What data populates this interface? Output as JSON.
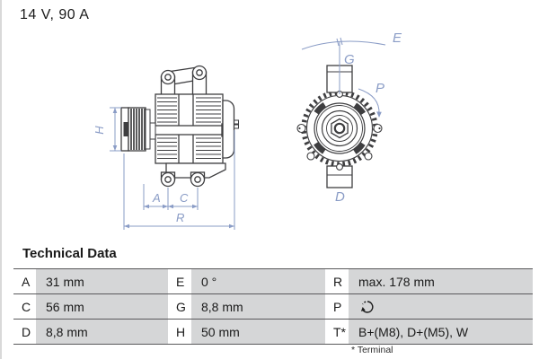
{
  "header": {
    "rating": "14 V, 90 A"
  },
  "side_view": {
    "labels": {
      "h": "H",
      "a": "A",
      "c": "C",
      "r": "R"
    }
  },
  "front_view": {
    "labels": {
      "e": "E",
      "g": "G",
      "p": "P",
      "d": "D"
    }
  },
  "technical_data": {
    "title": "Technical Data",
    "rows": [
      {
        "cells": [
          {
            "key": "A",
            "value": "31 mm"
          },
          {
            "key": "E",
            "value": "0 °"
          },
          {
            "key": "R",
            "value": "max. 178 mm"
          }
        ]
      },
      {
        "cells": [
          {
            "key": "C",
            "value": "56 mm"
          },
          {
            "key": "G",
            "value": "8,8 mm"
          },
          {
            "key": "P",
            "value": "",
            "icon": "rotation-direction-icon"
          }
        ]
      },
      {
        "cells": [
          {
            "key": "D",
            "value": "8,8 mm"
          },
          {
            "key": "H",
            "value": "50 mm"
          },
          {
            "key": "T*",
            "value": "B+(M8), D+(M5), W"
          }
        ]
      }
    ],
    "footnote": "* Terminal"
  },
  "colors": {
    "annotation_blue": "#8a9cc6",
    "drawing_line": "#3e3e40",
    "value_cell_bg": "#d5d6d7",
    "row_border": "#59595b"
  }
}
